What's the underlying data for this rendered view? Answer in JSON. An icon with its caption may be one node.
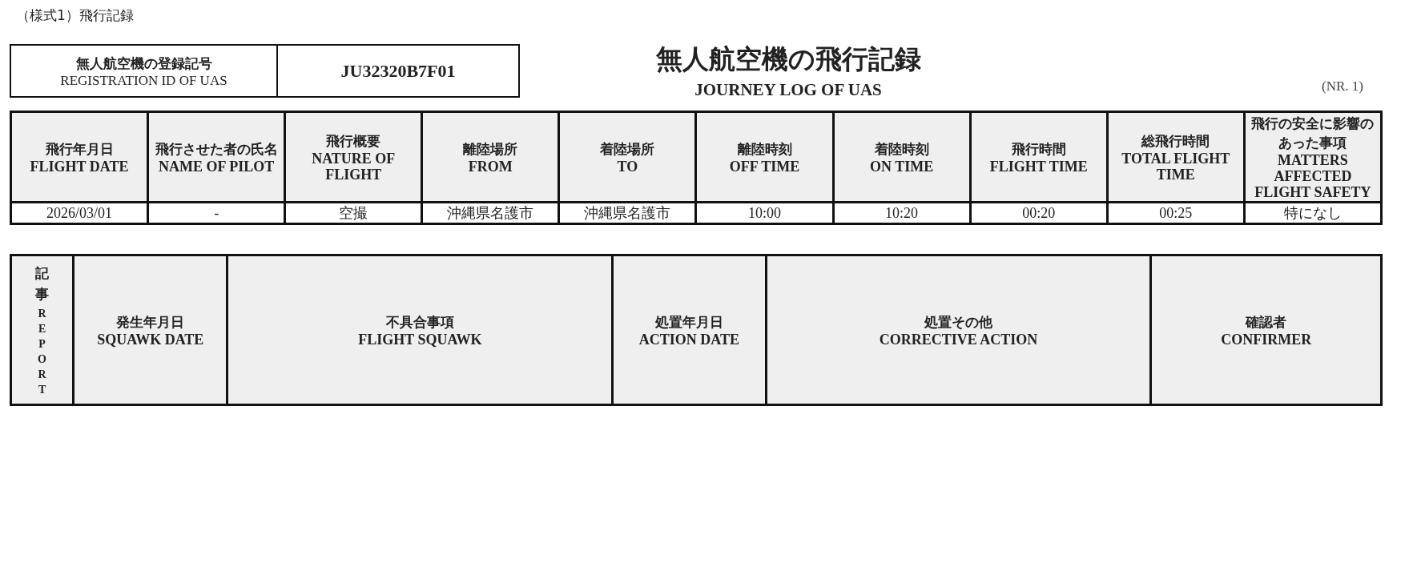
{
  "diagram": {
    "title": "無人航空機の飛行記録",
    "labels": [
      "（様式1）飛行記録",
      "無人航空機の登録記号",
      "REGISTRATION ID OF UAS",
      "JU32320B7F01",
      "JOURNEY LOG OF UAS",
      "(NR. 1)",
      "飛行年月日",
      "FLIGHT DATE",
      "飛行させた者の氏名",
      "NAME OF PILOT",
      "飛行概要",
      "NATURE OF FLIGHT",
      "離陸場所",
      "FROM",
      "着陸場所",
      "TO",
      "離陸時刻",
      "OFF TIME",
      "着陸時刻",
      "ON TIME",
      "飛行時間",
      "FLIGHT TIME",
      "総飛行時間",
      "TOTAL FLIGHT TIME",
      "飛行の安全に影響のあった事項",
      "MATTERS AFFECTED FLIGHT SAFETY",
      "2026/03/01",
      "-",
      "空撮",
      "沖縄県名護市",
      "沖縄県名護市",
      "10:00",
      "10:20",
      "00:20",
      "00:25",
      "特になし",
      "記事",
      "REPORT",
      "発生年月日",
      "SQUAWK DATE",
      "不具合事項",
      "FLIGHT SQUAWK",
      "処置年月日",
      "ACTION DATE",
      "処置その他",
      "CORRECTIVE ACTION",
      "確認者",
      "CONFIRMER"
    ]
  }
}
